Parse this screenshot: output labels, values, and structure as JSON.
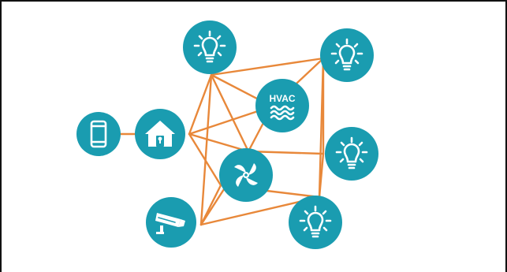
{
  "diagram": {
    "accent_node": "#1a9cb0",
    "accent_link": "#e8883a",
    "nodes": [
      {
        "id": "bulb-top",
        "icon": "lightbulb-icon"
      },
      {
        "id": "bulb-top-right",
        "icon": "lightbulb-icon"
      },
      {
        "id": "hvac",
        "icon": "hvac-icon",
        "label": "HVAC"
      },
      {
        "id": "home",
        "icon": "home-lock-icon"
      },
      {
        "id": "phone",
        "icon": "smartphone-icon"
      },
      {
        "id": "fan",
        "icon": "fan-icon"
      },
      {
        "id": "bulb-right",
        "icon": "lightbulb-icon"
      },
      {
        "id": "camera",
        "icon": "security-camera-icon"
      },
      {
        "id": "bulb-bottom",
        "icon": "lightbulb-icon"
      }
    ]
  }
}
